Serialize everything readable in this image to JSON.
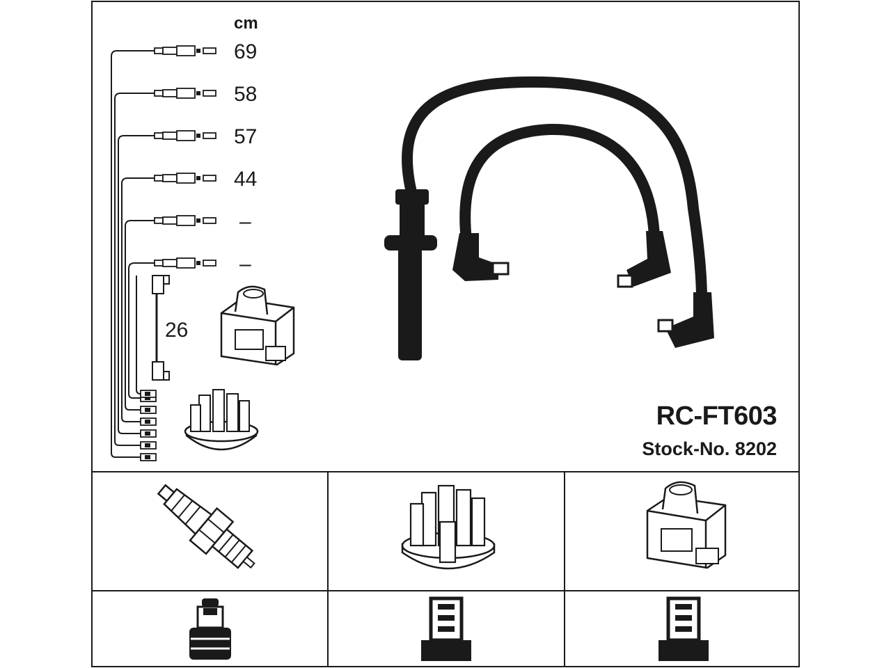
{
  "diagram": {
    "unit_label": "cm",
    "cable_lengths": [
      "69",
      "58",
      "57",
      "44",
      "–",
      "–"
    ],
    "coil_lead_length": "26",
    "model": "RC-FT603",
    "stock_number": "Stock-No. 8202"
  },
  "colors": {
    "ink": "#1a1a1a",
    "background": "#ffffff"
  }
}
